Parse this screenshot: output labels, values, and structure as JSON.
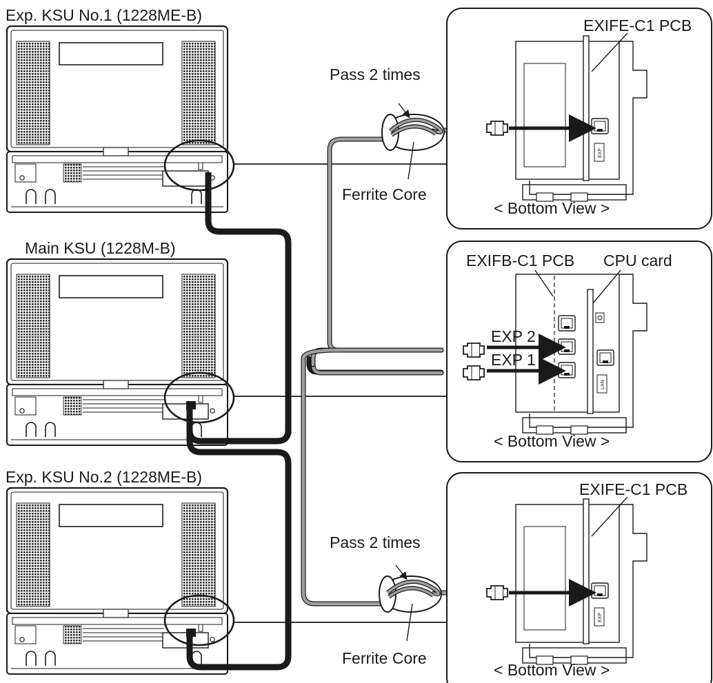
{
  "units": {
    "exp1": {
      "title": "Exp. KSU No.1 (1228ME-B)"
    },
    "main": {
      "title": "Main KSU (1228M-B)"
    },
    "exp2": {
      "title": "Exp. KSU No.2 (1228ME-B)"
    }
  },
  "callouts": {
    "top": {
      "board_label": "EXIFE-C1 PCB",
      "view_label": "< Bottom View >",
      "port_tag": "EXP"
    },
    "middle": {
      "board_label": "EXIFB-C1 PCB",
      "cpu_label": "CPU card",
      "view_label": "< Bottom View >",
      "exp2_label": "EXP 2",
      "exp1_label": "EXP 1",
      "lan_tag": "LAN"
    },
    "bottom": {
      "board_label": "EXIFE-C1 PCB",
      "view_label": "< Bottom View >",
      "port_tag": "EXP"
    }
  },
  "ferrite": {
    "top": {
      "pass_label": "Pass 2 times",
      "core_label": "Ferrite Core"
    },
    "bottom": {
      "pass_label": "Pass 2 times",
      "core_label": "Ferrite Core"
    }
  },
  "colors": {
    "line": "#1a1a1a",
    "cable": "#9a9a9a",
    "background": "#ffffff"
  }
}
